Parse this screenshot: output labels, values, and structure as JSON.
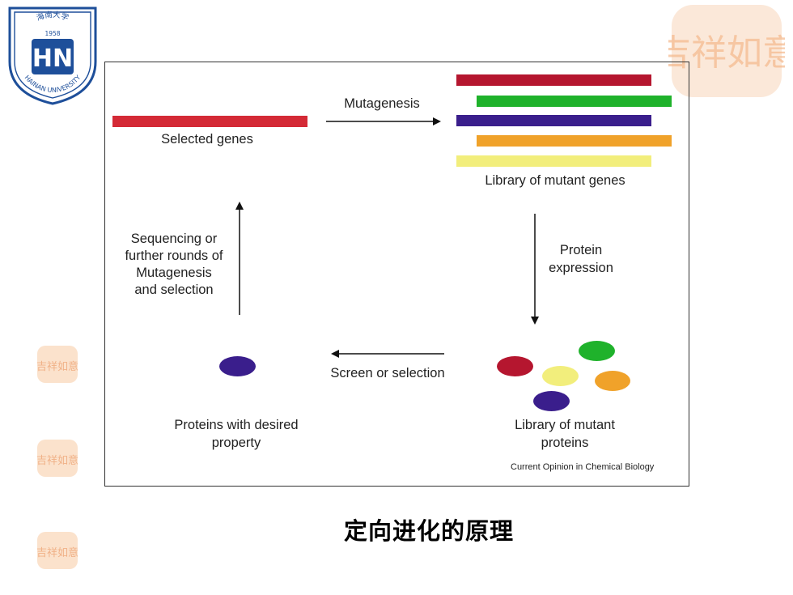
{
  "diagram": {
    "selected_genes_label": "Selected genes",
    "mutagenesis_label": "Mutagenesis",
    "library_genes_label": "Library of mutant genes",
    "protein_expression_line1": "Protein",
    "protein_expression_line2": "expression",
    "library_proteins_line1": "Library of mutant",
    "library_proteins_line2": "proteins",
    "screen_label": "Screen or selection",
    "desired_line1": "Proteins with desired",
    "desired_line2": "property",
    "sequencing_line1": "Sequencing or",
    "sequencing_line2": "further rounds of",
    "sequencing_line3": "Mutagenesis",
    "sequencing_line4": "and selection",
    "credit": "Current Opinion in Chemical Biology"
  },
  "caption": "定向进化的原理",
  "colors": {
    "red": "#d42a36",
    "crimson": "#b5162f",
    "green": "#1fb22b",
    "purple": "#3a1e8c",
    "orange": "#f0a22a",
    "yellow": "#f2ee7c",
    "seal": "#f6c9a4",
    "logo_blue": "#1e4f9a"
  },
  "logo": {
    "top_text": "海南大学",
    "year": "1958",
    "emblem": "HN",
    "ring_text": "HAINAN UNIVERSITY"
  },
  "seal_text": "吉祥如意"
}
